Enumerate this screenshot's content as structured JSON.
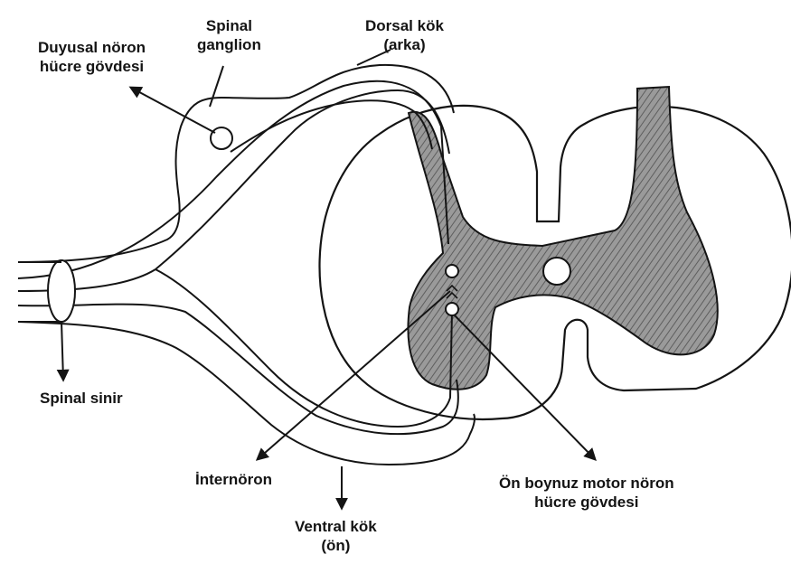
{
  "labels": {
    "duyusal": [
      "Duyusal nöron",
      "hücre gövdesi"
    ],
    "spinal_ganglion": [
      "Spinal",
      "ganglion"
    ],
    "dorsal_kok": [
      "Dorsal kök",
      "(arka)"
    ],
    "spinal_sinir": "Spinal sinir",
    "internoron": "İnternöron",
    "ventral_kok": [
      "Ventral kök",
      "(ön)"
    ],
    "on_boynuz": [
      "Ön boynuz motor nöron",
      "hücre gövdesi"
    ]
  },
  "colors": {
    "ink": "#141414",
    "grey_matter": "#8d8d8d",
    "background": "#ffffff"
  }
}
